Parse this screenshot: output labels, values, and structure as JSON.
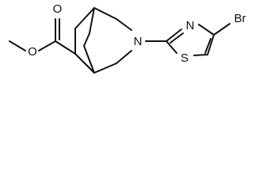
{
  "molecule": {
    "atoms": {
      "ester_carbonyl_oxygen": "O",
      "ester_single_oxygen": "O",
      "amine_nitrogen": "N",
      "thiazole_nitrogen": "N",
      "thiazole_sulfur": "S",
      "bromine": "Br"
    }
  }
}
